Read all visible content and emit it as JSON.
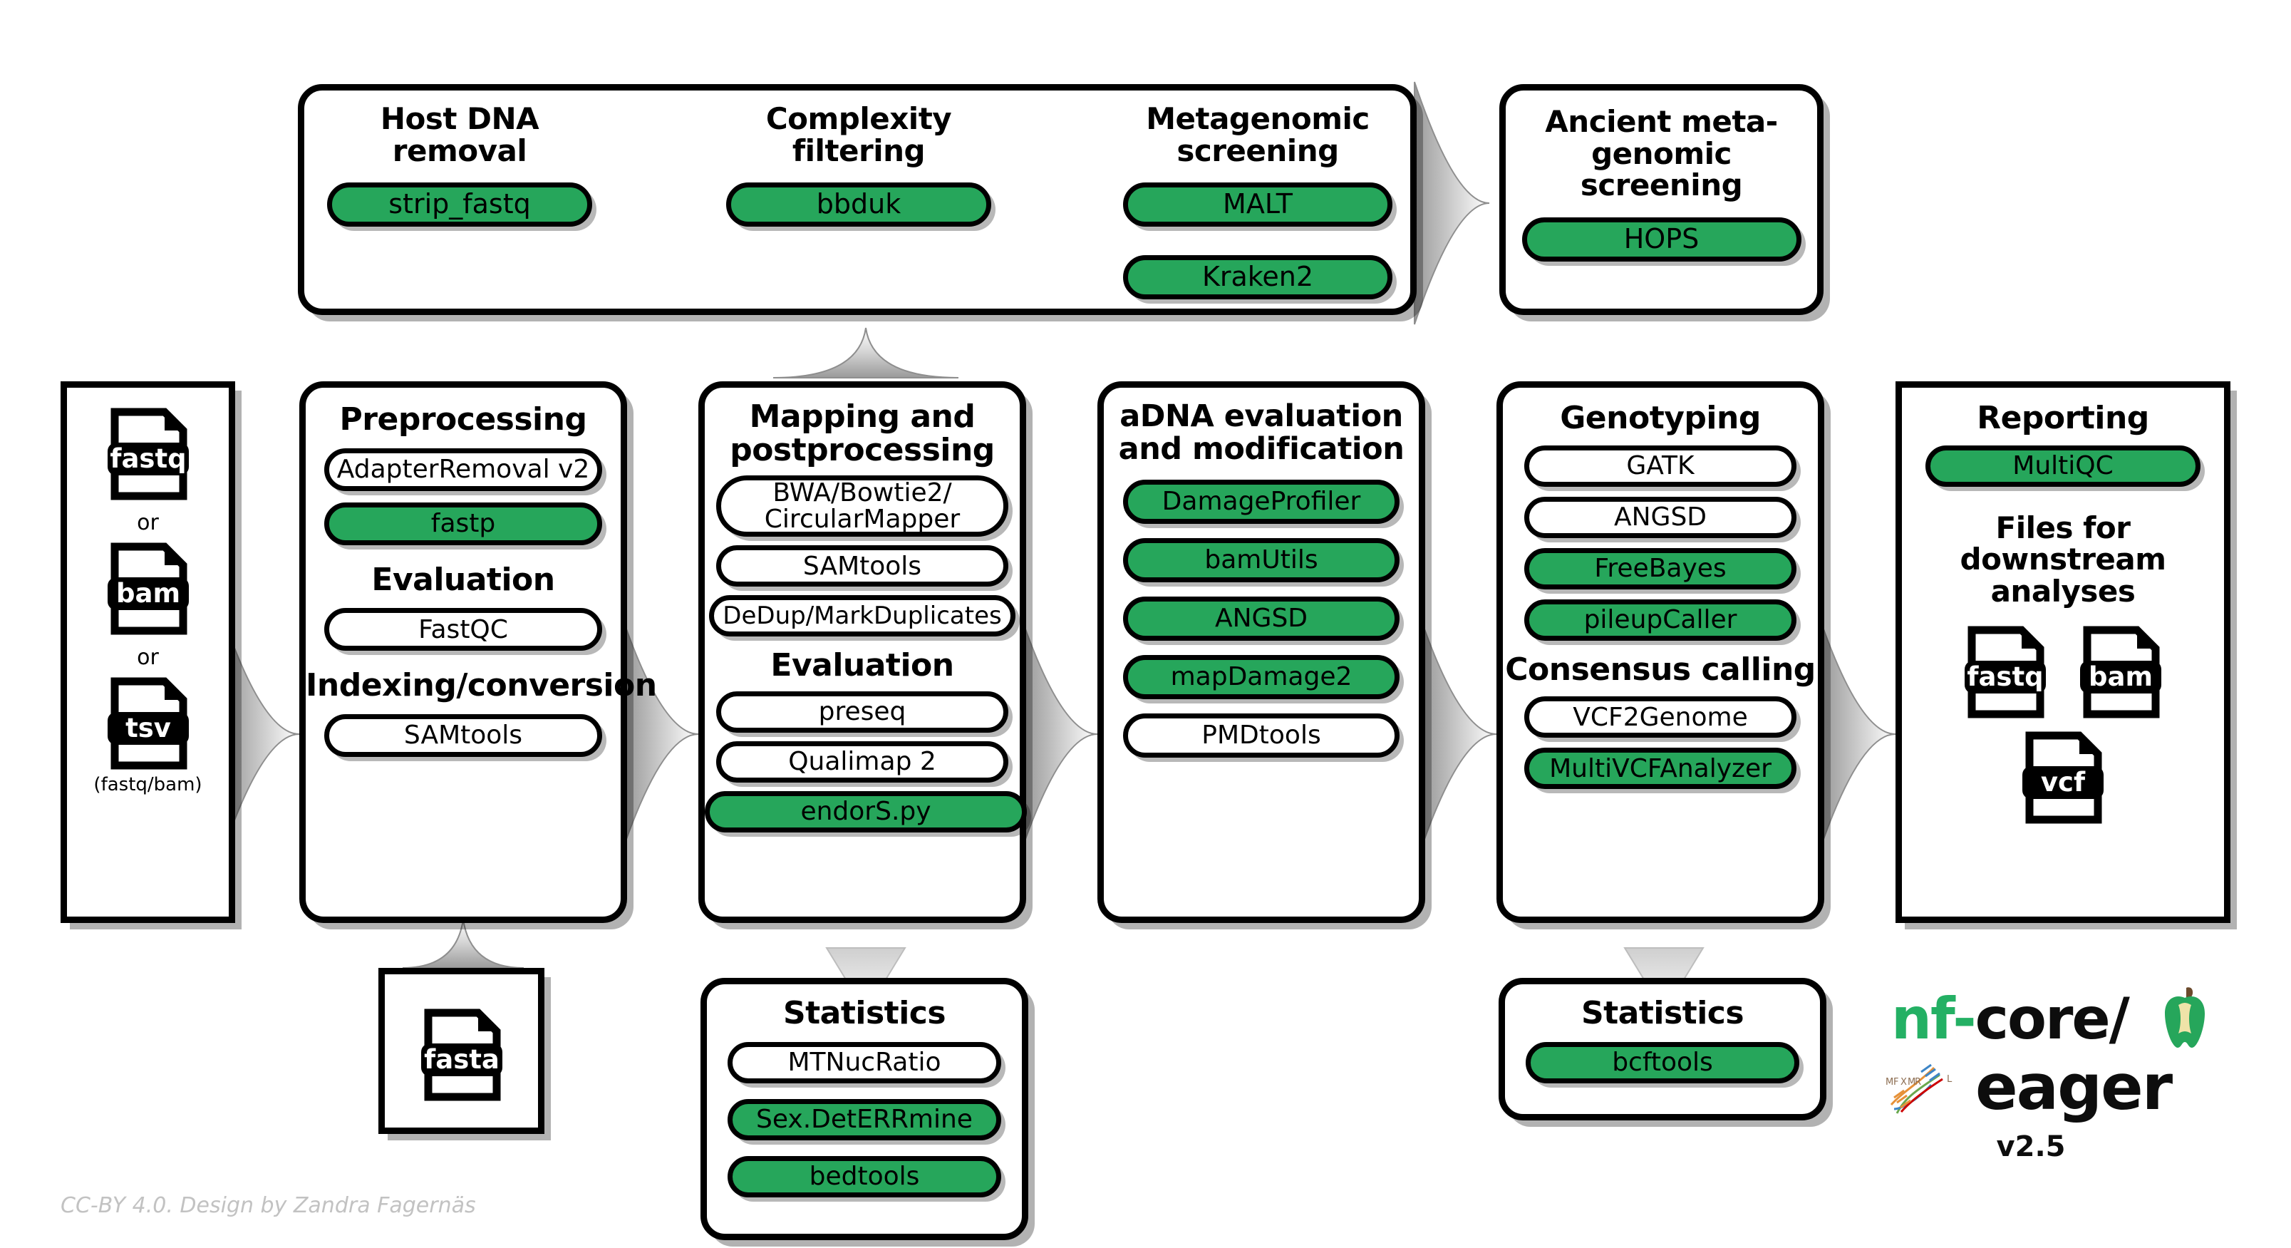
{
  "theme": {
    "green": "#26A65B",
    "outline": "#000000",
    "arrow_gray_dark": "#9b9b9b",
    "arrow_gray_light": "#fdfdfd",
    "credit_gray": "#c2c2c2",
    "nfcore_green": "#24B064"
  },
  "top_row": {
    "screening_panel": {
      "columns": [
        {
          "title": "Host DNA\nremoval",
          "title_line1": "Host DNA",
          "title_line2": "removal",
          "tools": [
            {
              "label": "strip_fastq",
              "green": true
            }
          ]
        },
        {
          "title_line1": "Complexity",
          "title_line2": "filtering",
          "tools": [
            {
              "label": "bbduk",
              "green": true
            }
          ]
        },
        {
          "title_line1": "Metagenomic",
          "title_line2": "screening",
          "tools": [
            {
              "label": "MALT",
              "green": true
            },
            {
              "label": "Kraken2",
              "green": true
            }
          ]
        }
      ]
    },
    "ancient_panel": {
      "title_line1": "Ancient meta-",
      "title_line2": "genomic screening",
      "tools": [
        {
          "label": "HOPS",
          "green": true
        }
      ]
    }
  },
  "main_row": {
    "input": {
      "files": [
        "fastq",
        "bam",
        "tsv"
      ],
      "separators": [
        "or",
        "or"
      ],
      "note": "(fastq/bam)"
    },
    "preprocessing": {
      "title_line1": "Preprocessing",
      "items": [
        {
          "kind": "pill",
          "label": "AdapterRemoval v2",
          "green": false
        },
        {
          "kind": "pill",
          "label": "fastp",
          "green": true
        },
        {
          "kind": "heading",
          "label": "Evaluation"
        },
        {
          "kind": "pill",
          "label": "FastQC",
          "green": false
        },
        {
          "kind": "heading",
          "label": "Indexing/conversion"
        },
        {
          "kind": "pill",
          "label": "SAMtools",
          "green": false
        }
      ]
    },
    "mapping": {
      "title_line1": "Mapping and",
      "title_line2": "postprocessing",
      "items": [
        {
          "kind": "pill",
          "label": "BWA/Bowtie2/\nCircularMapper",
          "label_line1": "BWA/Bowtie2/",
          "label_line2": "CircularMapper",
          "green": false,
          "two_line": true
        },
        {
          "kind": "pill",
          "label": "SAMtools",
          "green": false
        },
        {
          "kind": "pill",
          "label": "DeDup/MarkDuplicates",
          "green": false
        },
        {
          "kind": "heading",
          "label": "Evaluation"
        },
        {
          "kind": "pill",
          "label": "preseq",
          "green": false
        },
        {
          "kind": "pill",
          "label": "Qualimap 2",
          "green": false
        },
        {
          "kind": "pill",
          "label": "endorS.py",
          "green": true
        }
      ]
    },
    "adna": {
      "title_line1": "aDNA evaluation",
      "title_line2": "and modification",
      "items": [
        {
          "kind": "pill",
          "label": "DamageProfiler",
          "green": true
        },
        {
          "kind": "pill",
          "label": "bamUtils",
          "green": true
        },
        {
          "kind": "pill",
          "label": "ANGSD",
          "green": true
        },
        {
          "kind": "pill",
          "label": "mapDamage2",
          "green": true
        },
        {
          "kind": "pill",
          "label": "PMDtools",
          "green": false
        }
      ]
    },
    "genotyping": {
      "title_line1": "Genotyping",
      "items": [
        {
          "kind": "pill",
          "label": "GATK",
          "green": false
        },
        {
          "kind": "pill",
          "label": "ANGSD",
          "green": false
        },
        {
          "kind": "pill",
          "label": "FreeBayes",
          "green": true
        },
        {
          "kind": "pill",
          "label": "pileupCaller",
          "green": true
        },
        {
          "kind": "heading",
          "label": "Consensus calling"
        },
        {
          "kind": "pill",
          "label": "VCF2Genome",
          "green": false
        },
        {
          "kind": "pill",
          "label": "MultiVCFAnalyzer",
          "green": true
        }
      ]
    },
    "reporting": {
      "title_line1": "Reporting",
      "tool": {
        "label": "MultiQC",
        "green": true
      },
      "subtitle_line1": "Files for downstream",
      "subtitle_line2": "analyses",
      "files": [
        "fastq",
        "bam",
        "vcf"
      ]
    }
  },
  "bottom_row": {
    "reference": {
      "file": "fasta"
    },
    "stats_left": {
      "title": "Statistics",
      "items": [
        {
          "label": "MTNucRatio",
          "green": false
        },
        {
          "label": "Sex.DetERRmine",
          "green": true
        },
        {
          "label": "bedtools",
          "green": true
        }
      ]
    },
    "stats_right": {
      "title": "Statistics",
      "items": [
        {
          "label": "bcftools",
          "green": true
        }
      ]
    },
    "logo": {
      "part_nf": "nf-",
      "part_core": "core/",
      "part_eager": "eager",
      "version": "v2.5",
      "apple_icon": "apple-core-icon",
      "dna_icon": "dna-helix-icon"
    }
  },
  "credit": "CC-BY 4.0. Design by Zandra Fagernäs"
}
